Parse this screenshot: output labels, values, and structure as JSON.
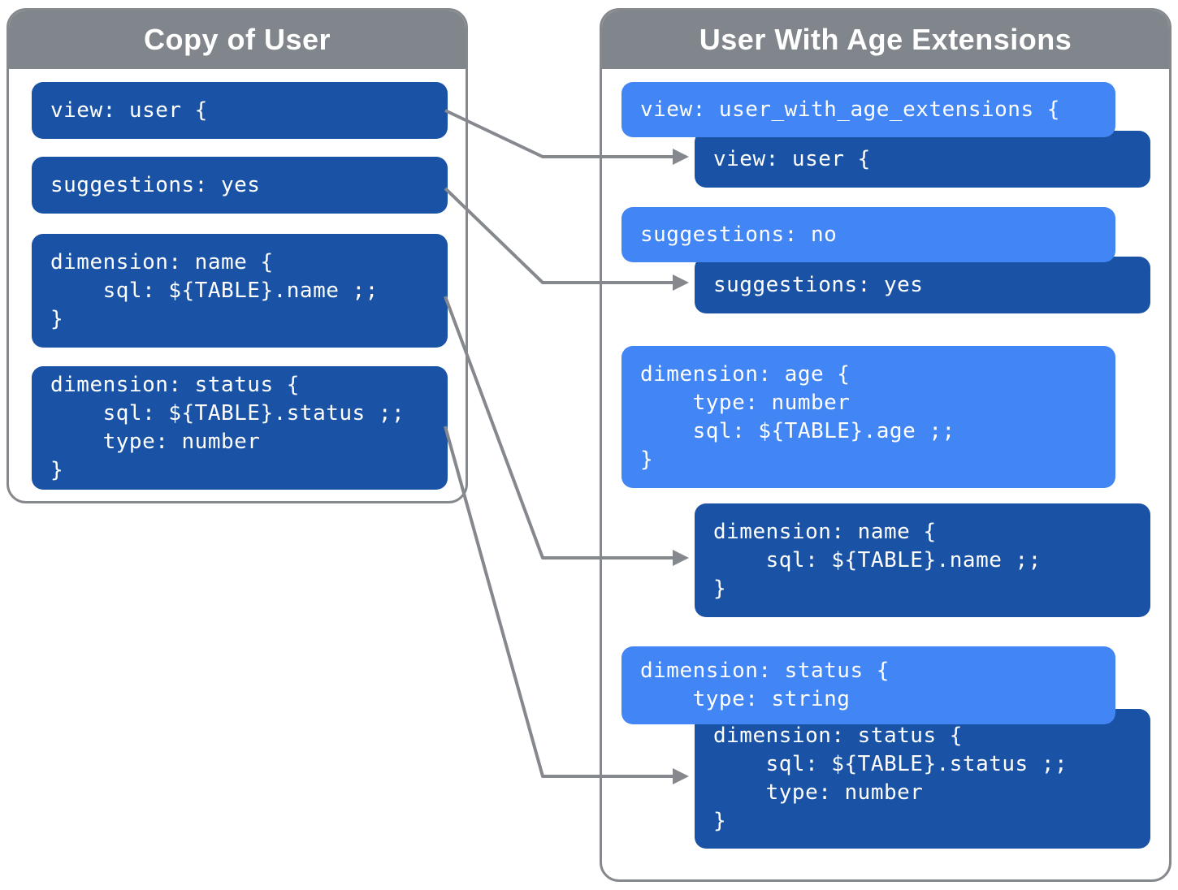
{
  "colors": {
    "dark_blue": "#1A53A5",
    "light_blue": "#4285F4",
    "gray_header": "#80868B",
    "gray_border": "#85888C",
    "arrow_gray": "#85888C",
    "text_white": "#FFFFFF"
  },
  "left_panel": {
    "title": "Copy of User",
    "blocks": [
      {
        "id": "view-user",
        "lines": [
          "view: user {"
        ]
      },
      {
        "id": "suggestions-yes",
        "lines": [
          "suggestions: yes"
        ]
      },
      {
        "id": "dimension-name",
        "lines": [
          "dimension: name {",
          "    sql: ${TABLE}.name ;;",
          "}"
        ]
      },
      {
        "id": "dimension-status",
        "lines": [
          "dimension: status {",
          "    sql: ${TABLE}.status ;;",
          "    type: number",
          "}"
        ]
      }
    ]
  },
  "right_panel": {
    "title": "User With Age Extensions",
    "blocks": [
      {
        "id": "extended-view-declaration",
        "variant": "light",
        "lines": [
          "view: user_with_age_extensions {"
        ]
      },
      {
        "id": "inherited-view-user",
        "variant": "dark",
        "lines": [
          "view: user {"
        ]
      },
      {
        "id": "override-suggestions-no",
        "variant": "light",
        "lines": [
          "suggestions: no"
        ]
      },
      {
        "id": "inherited-suggestions-yes",
        "variant": "dark",
        "lines": [
          "suggestions: yes"
        ]
      },
      {
        "id": "added-dimension-age",
        "variant": "light",
        "lines": [
          "dimension: age {",
          "    type: number",
          "    sql: ${TABLE}.age ;;",
          "}"
        ]
      },
      {
        "id": "inherited-dimension-name",
        "variant": "dark",
        "lines": [
          "dimension: name {",
          "    sql: ${TABLE}.name ;;",
          "}"
        ]
      },
      {
        "id": "override-dimension-status",
        "variant": "light",
        "lines": [
          "dimension: status {",
          "    type: string"
        ]
      },
      {
        "id": "inherited-dimension-status",
        "variant": "dark",
        "lines": [
          "dimension: status {",
          "    sql: ${TABLE}.status ;;",
          "    type: number",
          "}"
        ]
      }
    ]
  },
  "arrows": [
    {
      "id": "view-inheritance"
    },
    {
      "id": "suggestions-inheritance"
    },
    {
      "id": "dimension-name-inheritance"
    },
    {
      "id": "dimension-status-inheritance"
    }
  ]
}
